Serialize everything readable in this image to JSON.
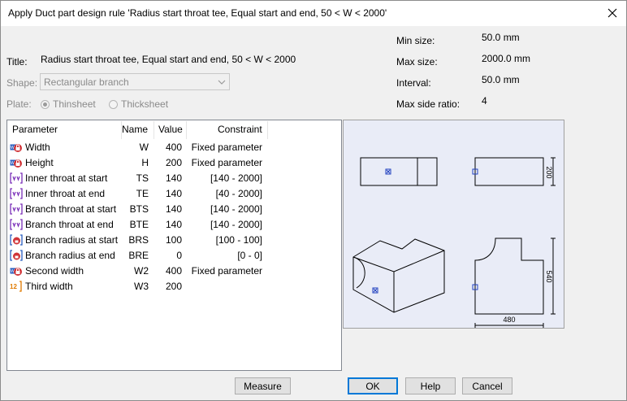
{
  "window": {
    "title": "Apply Duct part design rule 'Radius start throat tee, Equal start and end, 50 < W < 2000'"
  },
  "form": {
    "title_label": "Title:",
    "title_value": "Radius start throat tee, Equal start and end, 50 < W < 2000",
    "shape_label": "Shape:",
    "shape_value": "Rectangular branch",
    "plate_label": "Plate:",
    "plate_option1": "Thinsheet",
    "plate_option2": "Thicksheet",
    "plate_selected": "Thinsheet"
  },
  "sizes": {
    "min_label": "Min size:",
    "min_value": "50.0 mm",
    "max_label": "Max size:",
    "max_value": "2000.0 mm",
    "interval_label": "Interval:",
    "interval_value": "50.0 mm",
    "ratio_label": "Max side ratio:",
    "ratio_value": "4"
  },
  "table": {
    "headers": {
      "parameter": "Parameter",
      "name": "Name",
      "value": "Value",
      "constraint": "Constraint"
    },
    "rows": [
      {
        "icon": "fixed-parameter-icon",
        "parameter": "Width",
        "name": "W",
        "value": "400",
        "constraint": "Fixed parameter"
      },
      {
        "icon": "fixed-parameter-icon",
        "parameter": "Height",
        "name": "H",
        "value": "200",
        "constraint": "Fixed parameter"
      },
      {
        "icon": "range-parameter-icon",
        "parameter": "Inner throat at start",
        "name": "TS",
        "value": "140",
        "constraint": "[140 - 2000]"
      },
      {
        "icon": "range-parameter-icon",
        "parameter": "Inner throat at end",
        "name": "TE",
        "value": "140",
        "constraint": "[40 - 2000]"
      },
      {
        "icon": "range-parameter-icon",
        "parameter": "Branch throat at start",
        "name": "BTS",
        "value": "140",
        "constraint": "[140 - 2000]"
      },
      {
        "icon": "range-parameter-icon",
        "parameter": "Branch throat at end",
        "name": "BTE",
        "value": "140",
        "constraint": "[140 - 2000]"
      },
      {
        "icon": "radius-parameter-icon",
        "parameter": "Branch radius at start",
        "name": "BRS",
        "value": "100",
        "constraint": "[100 - 100]"
      },
      {
        "icon": "radius-parameter-icon",
        "parameter": "Branch radius at end",
        "name": "BRE",
        "value": "0",
        "constraint": "[0 - 0]"
      },
      {
        "icon": "fixed-parameter-icon",
        "parameter": "Second width",
        "name": "W2",
        "value": "400",
        "constraint": "Fixed parameter"
      },
      {
        "icon": "number-parameter-icon",
        "parameter": "Third width",
        "name": "W3",
        "value": "200",
        "constraint": ""
      }
    ]
  },
  "preview": {
    "dim_height": "200",
    "dim_length": "540",
    "dim_width": "480"
  },
  "buttons": {
    "measure": "Measure",
    "ok": "OK",
    "help": "Help",
    "cancel": "Cancel"
  },
  "colors": {
    "preview_bg": "#e9ecf7",
    "marker": "#1f3fbf",
    "default_button_border": "#0078d7",
    "icon_red": "#d13438",
    "icon_purple": "#7a2fb8",
    "icon_blue": "#2b5fbf",
    "icon_orange": "#e07a00"
  }
}
